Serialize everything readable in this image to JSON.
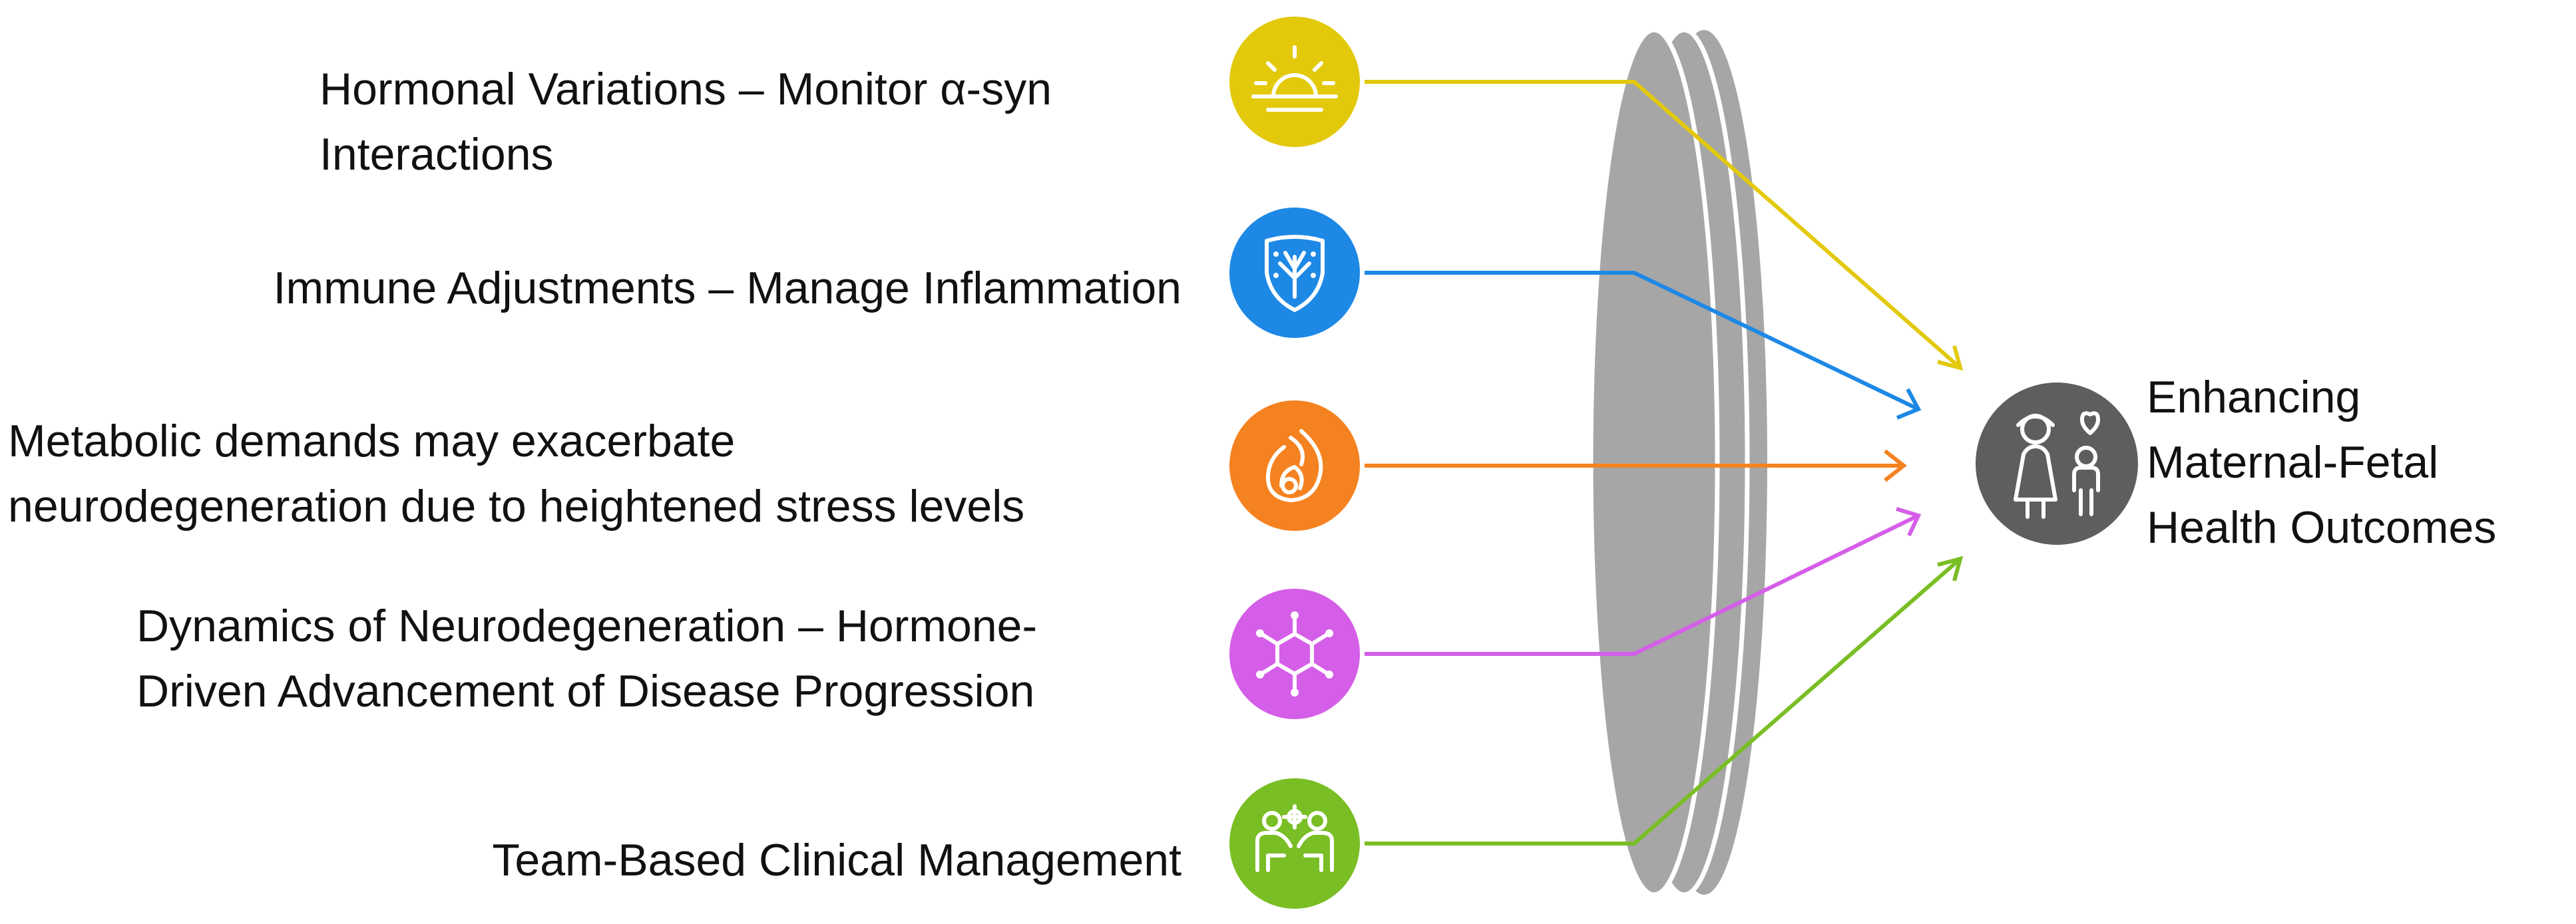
{
  "factors": [
    {
      "id": "hormonal",
      "lines": [
        "Hormonal Variations – Monitor α-syn",
        "Interactions"
      ],
      "color": "#E2C90B",
      "icon": "sunrise-icon"
    },
    {
      "id": "immune",
      "lines": [
        "Immune Adjustments – Manage Inflammation"
      ],
      "color": "#1E88E5",
      "icon": "shield-immune-icon"
    },
    {
      "id": "metabolic",
      "lines": [
        "Metabolic demands may exacerbate",
        "neurodegeneration due to heightened stress levels"
      ],
      "color": "#F58220",
      "icon": "flame-icon"
    },
    {
      "id": "dynamics",
      "lines": [
        "Dynamics of Neurodegeneration – Hormone-",
        "Driven Advancement of Disease Progression"
      ],
      "color": "#D55EE8",
      "icon": "molecule-icon"
    },
    {
      "id": "team",
      "lines": [
        "Team-Based Clinical Management"
      ],
      "color": "#79BE24",
      "icon": "team-care-icon"
    }
  ],
  "lens": {
    "color": "#A6A6A6",
    "edge": "#ffffff"
  },
  "outcome": {
    "lines": [
      "Enhancing",
      "Maternal-Fetal",
      "Health Outcomes"
    ],
    "color": "#5E5E5E",
    "icon": "mother-child-icon"
  }
}
